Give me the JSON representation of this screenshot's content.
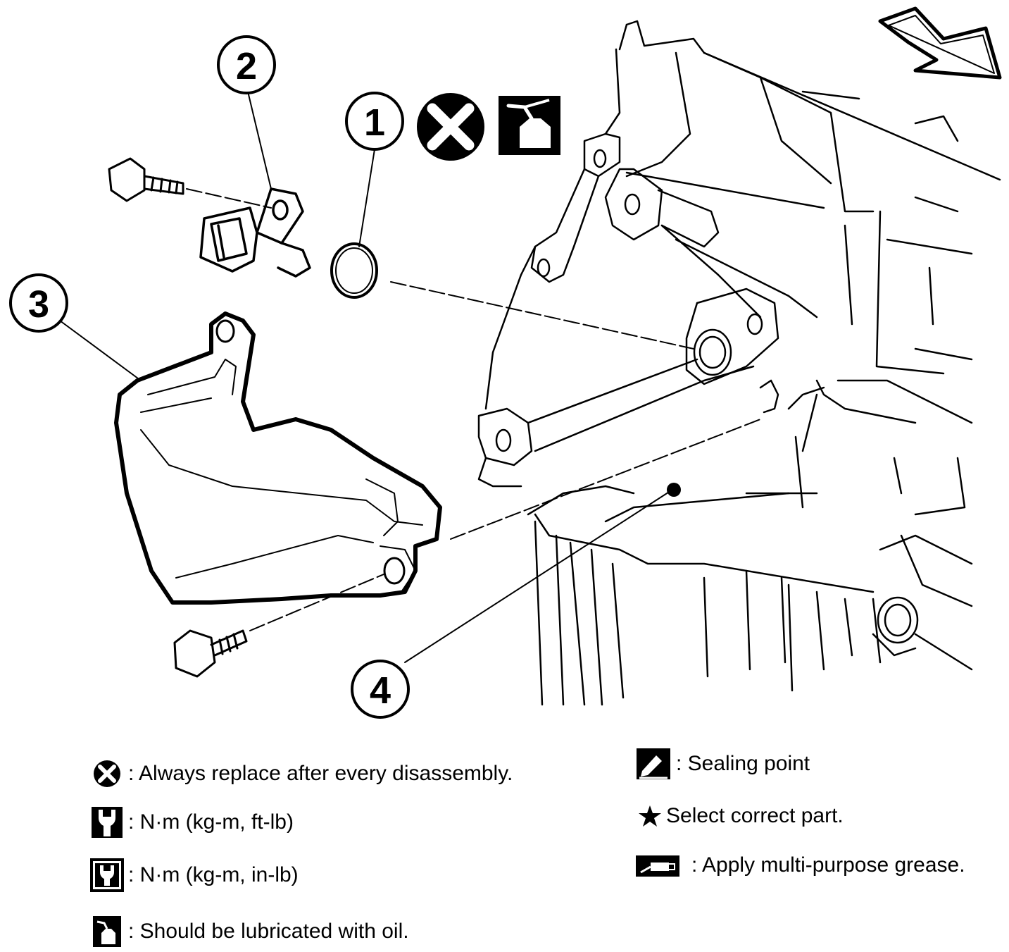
{
  "callouts": [
    {
      "number": "1"
    },
    {
      "number": "2"
    },
    {
      "number": "3"
    },
    {
      "number": "4"
    }
  ],
  "legend": {
    "replace": {
      "icon": "replace-x-icon",
      "text": ": Always replace after every disassembly."
    },
    "torque_ft": {
      "icon": "torque-wrench-icon",
      "text": ": N·m (kg-m, ft-lb)"
    },
    "torque_in": {
      "icon": "torque-wrench-in-icon",
      "text": ": N·m (kg-m, in-lb)"
    },
    "oil": {
      "icon": "oil-can-icon",
      "text": ": Should be lubricated with oil."
    },
    "sealing": {
      "icon": "sealing-point-icon",
      "text": ": Sealing point"
    },
    "select": {
      "icon": "star-icon",
      "text": "Select correct part."
    },
    "grease": {
      "icon": "grease-gun-icon",
      "text": ": Apply multi-purpose grease."
    }
  },
  "colors": {
    "ink": "#000000",
    "paper": "#ffffff"
  }
}
